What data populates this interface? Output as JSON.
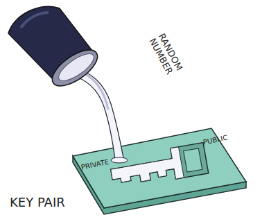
{
  "diagram": {
    "caption": "KEY PAIR",
    "labels": [
      "RANDOM NUMBER",
      "PRIVATE",
      "PUBLIC"
    ]
  }
}
